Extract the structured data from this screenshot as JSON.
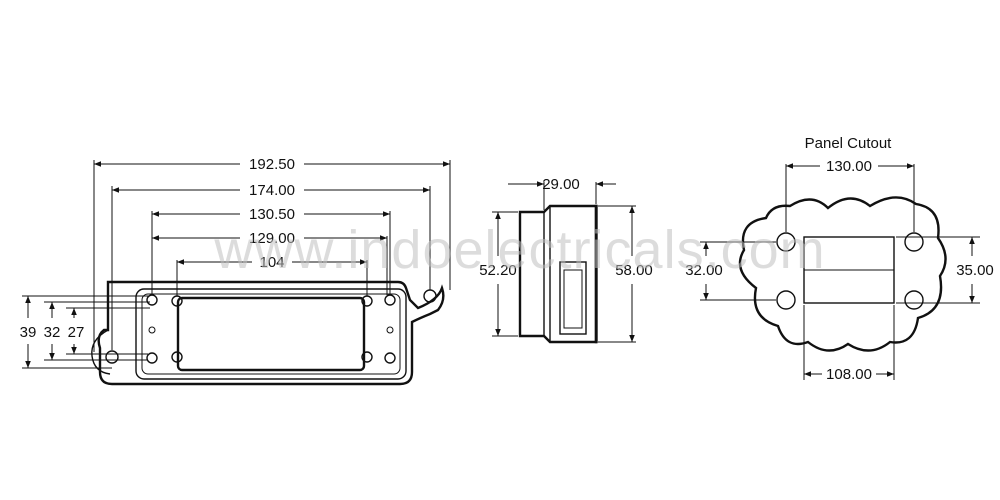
{
  "watermark": "www.indoelectricals.com",
  "front_view": {
    "dims": {
      "overall_length": "192.50",
      "mount_hole_distance": "174.00",
      "body_length": "130.50",
      "fixing_distance": "129.00",
      "opening_length": "104",
      "overall_height": "39",
      "body_height": "32",
      "opening_height": "27"
    }
  },
  "side_view": {
    "dims": {
      "depth": "29.00",
      "body_height": "52.20",
      "flange_height": "58.00"
    }
  },
  "panel_cutout": {
    "title": "Panel Cutout",
    "dims": {
      "hole_spacing_x": "130.00",
      "hole_spacing_y": "32.00",
      "cutout_height": "35.00",
      "cutout_width": "108.00"
    }
  }
}
